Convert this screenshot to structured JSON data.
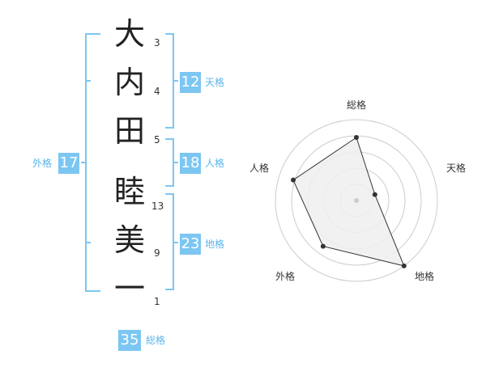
{
  "name": {
    "characters": [
      {
        "char": "大",
        "strokes": "3"
      },
      {
        "char": "内",
        "strokes": "4"
      },
      {
        "char": "田",
        "strokes": "5"
      },
      {
        "char": "睦",
        "strokes": "13"
      },
      {
        "char": "美",
        "strokes": "9"
      },
      {
        "char": "一",
        "strokes": "1"
      }
    ]
  },
  "kakusu": {
    "tenkaku": {
      "value": "12",
      "label": "天格"
    },
    "jinkaku": {
      "value": "18",
      "label": "人格"
    },
    "chikaku": {
      "value": "23",
      "label": "地格"
    },
    "gaikaku": {
      "value": "17",
      "label": "外格"
    },
    "soukaku": {
      "value": "35",
      "label": "総格"
    }
  },
  "chart_data": {
    "type": "radar",
    "axes": [
      "総格",
      "天格",
      "地格",
      "外格",
      "人格"
    ],
    "values": [
      0.78,
      0.24,
      1.0,
      0.7,
      0.82
    ],
    "rings": 5,
    "colors": {
      "fill": "#eeeeee",
      "line": "#333333",
      "grid": "#cccccc"
    }
  },
  "colors": {
    "accent": "#7cc6f2",
    "accent_text": "#5bb5ea"
  }
}
